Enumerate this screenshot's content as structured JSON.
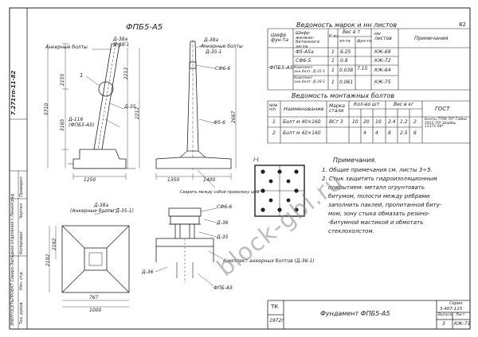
{
  "sheet": {
    "title": "ФПБ5-А5",
    "sheet_number": "82",
    "series_code": "7.271тп-11-82",
    "side_stamp": [
      "Копировал",
      "Чертил",
      "Проверил",
      "Тех. руков.",
      "Нач. отд."
    ],
    "organization": "ЭНЕРГОСЕТЬПРОЕКТ Северо-Западное отделение г.Ленинград"
  },
  "drawing_labels": {
    "anchor_bolts": "Анкерные болты",
    "d38": "Д-38а",
    "d35_1": "Д-35-1",
    "sf6": "СФ6-6",
    "d35": "Д-35",
    "d116": "Д-116",
    "stalbase": "(ФПБ5-А5)",
    "note_mesh": "Сварить между собой проволоку шов",
    "kv6": "Ф5-6",
    "anchor_bolts_set": "Комплект анкерных болтов (Д-36-1)",
    "d36": "Д-36",
    "fpb": "ФПБ-А5",
    "sf6b": "СФ6-6",
    "anchor_bolts_d38": "(Анкерные болты Д-35-1)",
    "section": "I-I",
    "dims": {
      "h1": "2155",
      "h2": "5710",
      "h3": "3165",
      "h4": "2212",
      "w1": "1250",
      "w2": "1350",
      "w3": "1400",
      "h5": "2687",
      "p1": "2192",
      "p2": "2192",
      "p3": "767",
      "p4": "1000"
    }
  },
  "marks_table": {
    "title": "Ведомость марок и нн листов",
    "headers": [
      "Шифр фун-та",
      "Шифр железо-бетонного эл-та",
      "К-во",
      "Вес в т",
      "нн листов",
      "Примечания"
    ],
    "subheaders": [
      "эл-та",
      "фун-та"
    ],
    "foundation_code": "ФПБ5-А5",
    "foundation_weight": "7.15",
    "rows": [
      {
        "element": "Ф5-А5а",
        "qty": "1",
        "w": "6.25",
        "sheet": "КЖ-69"
      },
      {
        "element": "СФ6-5",
        "qty": "1",
        "w": "0.8",
        "sheet": "КЖ-72"
      },
      {
        "element": "Комплект анк.болт. Д-35-1",
        "qty": "1",
        "w": "0.038",
        "sheet": "КЖ-64"
      },
      {
        "element": "Комплект анк.болт. Д-38-1",
        "qty": "1",
        "w": "0.061",
        "sheet": "КЖ-75"
      }
    ]
  },
  "bolts_table": {
    "title": "Ведомость монтажных болтов",
    "headers": [
      "№№ п/п",
      "Наименование",
      "Марка стали",
      "Кол-во шт",
      "Вес в кг",
      "ГОСТ"
    ],
    "rows": [
      {
        "n": "1",
        "name": "Болт м 40×160",
        "steel": "ВСт 3",
        "q1": "10",
        "q2": "20",
        "q3": "10",
        "w1": "2.4",
        "w2": "1.2",
        "w3": "2",
        "gost": "Болты 7798-70* Гайки 5915-70* Шайбы 11371-68*"
      },
      {
        "n": "2",
        "name": "Болт м 42×160",
        "steel": "",
        "q1": "",
        "q2": "4",
        "q3": "4",
        "w1": "8",
        "w2": "2.5",
        "w3": "6",
        "gost": ""
      }
    ]
  },
  "notes": {
    "title": "Примечания.",
    "lines": [
      "1. Общие примечания см. листы 3÷5.",
      "2. Стык защитить гидроизоляционным",
      "покрытием: металл огрунтовать",
      "битумом, полости между ребрами",
      "заполнить паклей, пропитанной биту-",
      "мом, зону стыка обмазать резино-",
      "-битумной мастикой и обмотать",
      "стеклохолстом."
    ]
  },
  "title_block": {
    "tk": "ТК",
    "year": "1972г",
    "name": "Фундамент ФПБ5-А5",
    "series_label": "Серия",
    "series": "3.407-115",
    "issue_label": "Выпуск",
    "issue": "3",
    "sheet_label": "Лист",
    "sheet": "КЖ-71"
  },
  "watermark": "block-gbi.ru",
  "colors": {
    "ink": "#1a1a1a",
    "paper": "#ffffff",
    "watermark": "#8a8a8a"
  }
}
